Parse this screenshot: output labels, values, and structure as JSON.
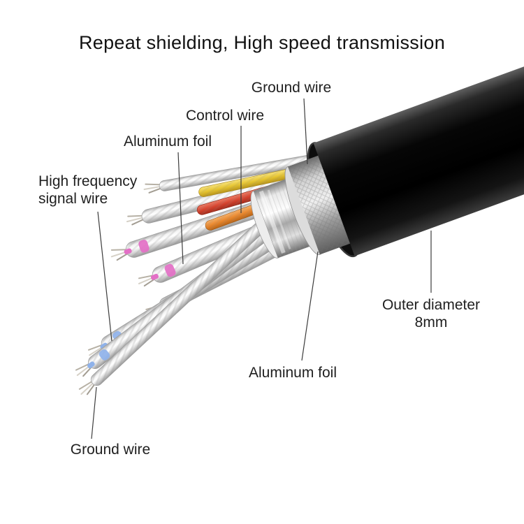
{
  "title": "Repeat shielding, High speed transmission",
  "labels": {
    "ground_wire_top": "Ground wire",
    "control_wire": "Control wire",
    "aluminum_foil_top": "Aluminum foil",
    "high_frequency_signal_wire": {
      "line1": "High frequency",
      "line2": "signal wire"
    },
    "outer_diameter": {
      "line1": "Outer diameter",
      "line2": "8mm"
    },
    "aluminum_foil_bottom": "Aluminum foil",
    "ground_wire_bottom": "Ground wire"
  },
  "colors": {
    "background": "#ffffff",
    "text": "#1f1f1f",
    "jacket_black": "#000000",
    "foil_silver": "#d9d9d9",
    "pink_wire_band": "#e36fc6",
    "blue_wire_band": "#8fb2ea",
    "red_control_wire": "#d64530",
    "orange_control_wire": "#e8872e",
    "yellow_control_wire": "#e6c532"
  }
}
